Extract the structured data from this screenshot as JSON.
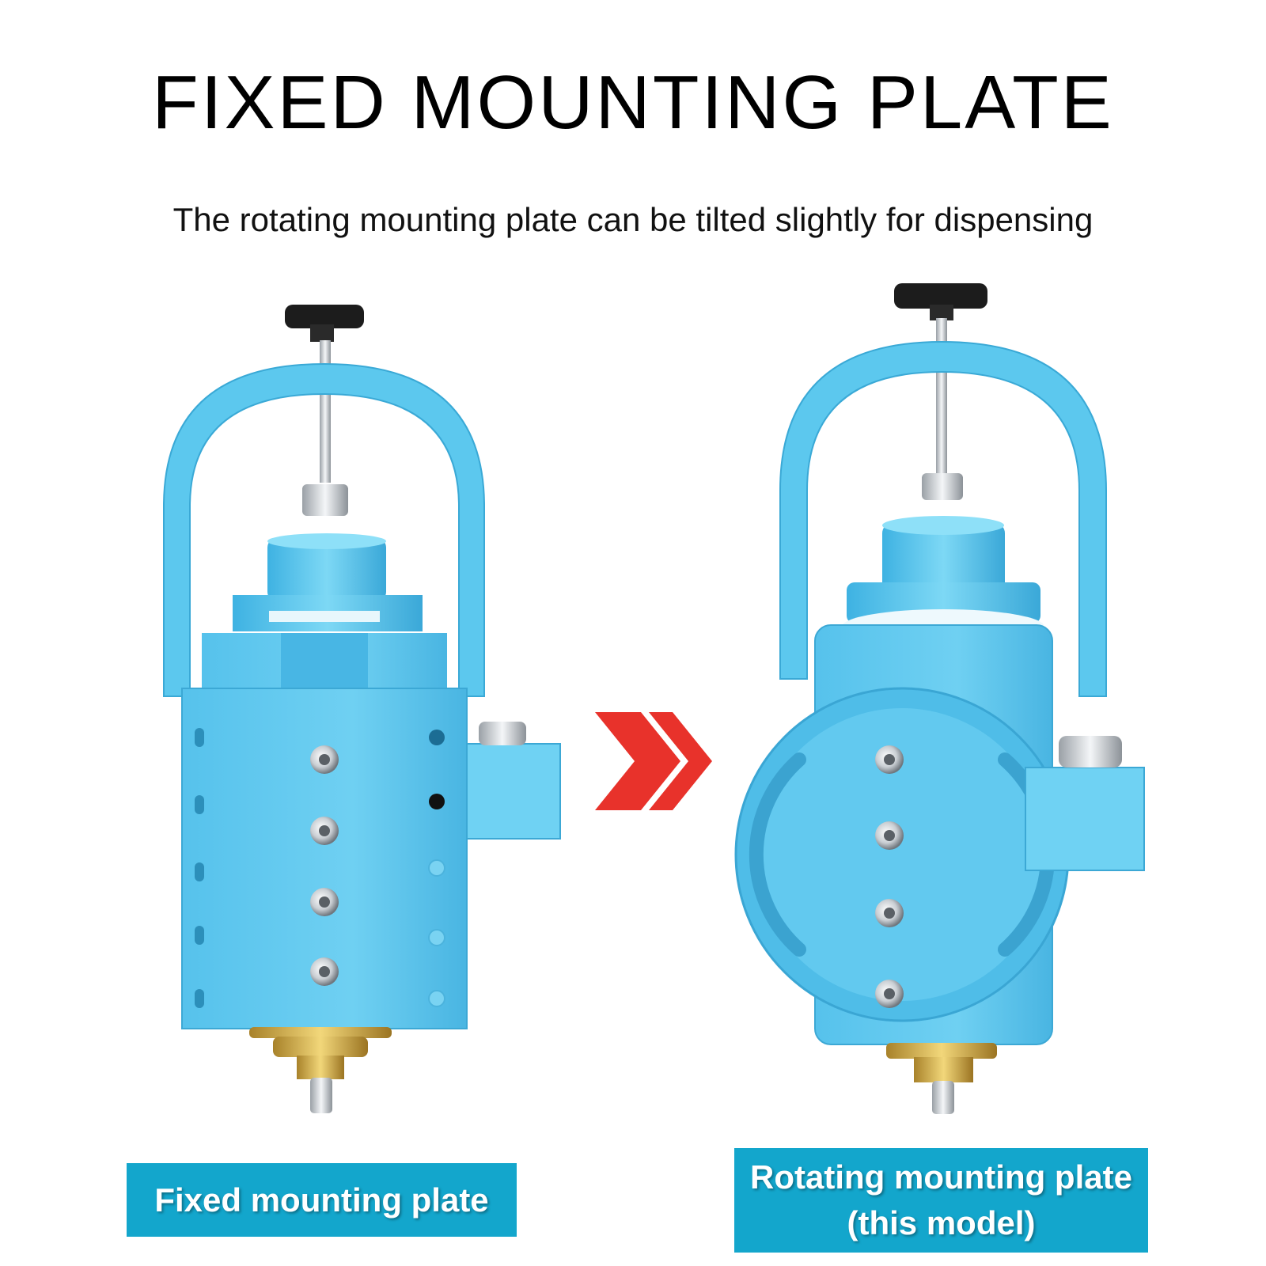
{
  "title": "FIXED MOUNTING PLATE",
  "subtitle": "The rotating mounting plate can be tilted slightly for dispensing",
  "labels": {
    "left": "Fixed mounting plate",
    "right_line1": "Rotating mounting plate",
    "right_line2": "(this model)"
  },
  "colors": {
    "accent_label": "#13a6cc",
    "device_blue": "#5cc8ee",
    "arrow_red": "#e8322b"
  },
  "icons": [
    "double-chevron-right-icon"
  ]
}
